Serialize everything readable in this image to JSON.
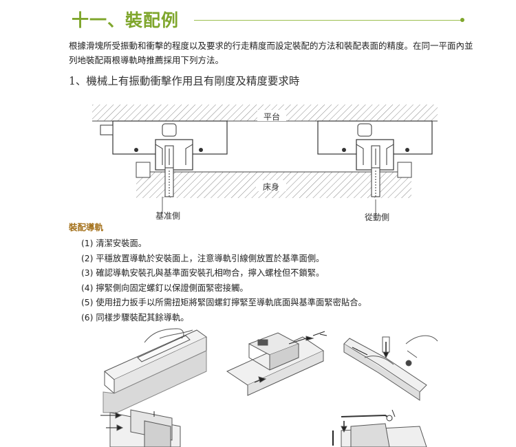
{
  "section": {
    "title": "十一、裝配例",
    "accent_color": "#7fa62c"
  },
  "intro": "根據滑塊所受振動和衝擊的程度以及要求的行走精度而設定裝配的方法和裝配表面的精度。在同一平面內並列地裝配兩根導軌時推薦採用下列方法。",
  "heading1": "1、機械上有振動衝擊作用且有剛度及精度要求時",
  "diagram": {
    "table_label": "平台",
    "bed_label": "床身",
    "reference_side_label": "基准側",
    "driven_side_label": "從動側"
  },
  "assembly": {
    "label": "裝配導軌",
    "label_color": "#a5731e",
    "steps": [
      "(1) 清潔安裝面。",
      "(2) 平穩放置導軌於安裝面上，注意導軌引線側放置於基準面側。",
      "(3) 確認導軌安裝孔與基準面安裝孔相吻合，擰入螺栓但不鎖緊。",
      "(4) 擰緊側向固定螺釘以保證側面緊密接觸。",
      "(5) 使用扭力扳手以所需扭矩將緊固螺釘擰緊至導軌底面與基準面緊密貼合。",
      "(6) 同樣步驟裝配其餘導軌。"
    ]
  }
}
